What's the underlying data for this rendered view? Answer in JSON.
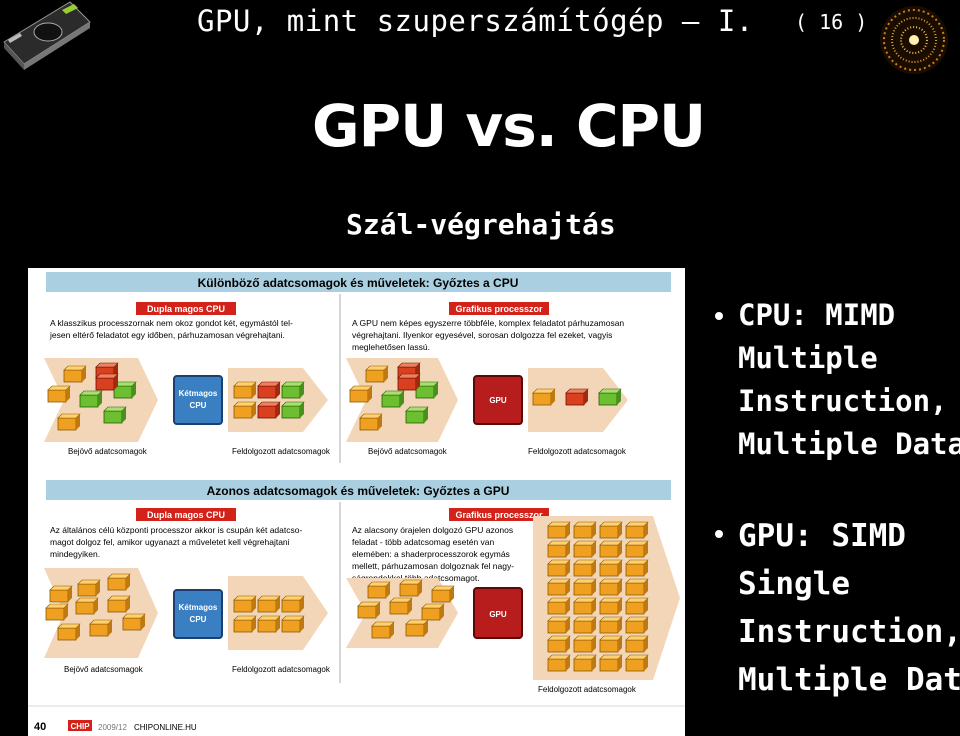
{
  "header": {
    "title": "GPU, mint szuperszámítógép — I.",
    "page_number": "( 16 )"
  },
  "slide": {
    "title": "GPU vs. CPU",
    "subtitle": "Szál-végrehajtás"
  },
  "figure": {
    "top_banner": "Különböző adatcsomagok és műveletek: Győztes a CPU",
    "bottom_banner": "Azonos adatcsomagok és műveletek: Győztes a GPU",
    "tl_header": "Dupla magos CPU",
    "tl_text1": "A klasszikus processzornak nem okoz gondot két, egymástól tel-",
    "tl_text2": "jesen eltérő feladatot egy időben, párhuzamosan végrehajtani.",
    "tr_header": "Grafikus processzor",
    "tr_text1": "A GPU nem képes egyszerre többféle, komplex feladatot párhuzamosan",
    "tr_text2": "végrehajtani. Ilyenkor egyesével, sorosan dolgozza fel ezeket, vagyis",
    "tr_text3": "meglehetősen lassú.",
    "bl_header": "Dupla magos CPU",
    "bl_text1": "Az általános célú központi processzor akkor is csupán két adatcso-",
    "bl_text2": "magot dolgoz fel, amikor ugyanazt a műveletet kell végrehajtani",
    "bl_text3": "mindegyiken.",
    "br_header": "Grafikus processzor",
    "br_text1": "Az alacsony órajelen dolgozó GPU azonos",
    "br_text2": "feladat - több adatcsomag esetén van",
    "br_text3": "elemében: a shaderprocesszorok egymás",
    "br_text4": "mellett, párhuzamosan dolgoznak fel nagy-",
    "br_text5": "ságrendekkel több adatcsomagot.",
    "cpu_chip_line1": "Kétmagos",
    "cpu_chip_line2": "CPU",
    "gpu_chip": "GPU",
    "incoming": "Bejövő adatcsomagok",
    "processed": "Feldolgozott adatcsomagok",
    "footer_page": "40",
    "footer_brand": "CHIP",
    "footer_issue": "2009/12",
    "footer_site": "CHIPONLINE.HU"
  },
  "bullets": [
    {
      "lines": [
        "CPU:  MIMD",
        "Multiple",
        "Instruction,",
        "Multiple Data"
      ]
    },
    {
      "lines": [
        "GPU: SIMD",
        "Single",
        "Instruction,",
        "Multiple Data"
      ]
    }
  ],
  "colors": {
    "background": "#000000",
    "text": "#ffffff",
    "banner": "#a9cfe0",
    "header_red": "#d2221a",
    "arrow_fill": "#f3d6b8",
    "chip_blue": "#3a7fc2",
    "chip_red": "#b81d1d",
    "box_orange": "#f0a020",
    "box_red": "#d84020",
    "box_green": "#6bbf30"
  },
  "icons": [
    "graphics-card-icon",
    "starburst-logo-icon",
    "bullet-dot-icon"
  ]
}
